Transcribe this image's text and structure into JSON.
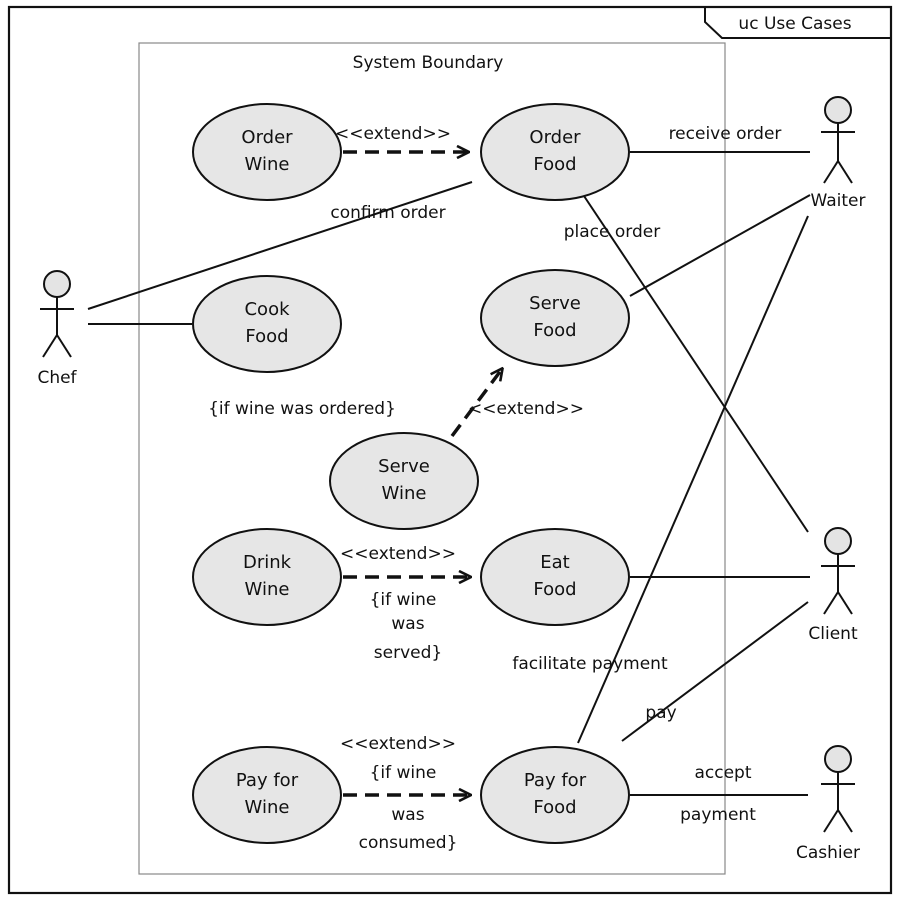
{
  "frame": {
    "title": "uc Use Cases"
  },
  "boundary": {
    "title": "System Boundary"
  },
  "actors": [
    {
      "id": "chef",
      "label": "Chef"
    },
    {
      "id": "waiter",
      "label": "Waiter"
    },
    {
      "id": "client",
      "label": "Client"
    },
    {
      "id": "cashier",
      "label": "Cashier"
    }
  ],
  "use_cases": [
    {
      "id": "order-wine",
      "lines": [
        "Order",
        "Wine"
      ]
    },
    {
      "id": "order-food",
      "lines": [
        "Order",
        "Food"
      ]
    },
    {
      "id": "cook-food",
      "lines": [
        "Cook",
        "Food"
      ]
    },
    {
      "id": "serve-food",
      "lines": [
        "Serve",
        "Food"
      ]
    },
    {
      "id": "serve-wine",
      "lines": [
        "Serve",
        "Wine"
      ]
    },
    {
      "id": "drink-wine",
      "lines": [
        "Drink",
        "Wine"
      ]
    },
    {
      "id": "eat-food",
      "lines": [
        "Eat",
        "Food"
      ]
    },
    {
      "id": "pay-for-wine",
      "lines": [
        "Pay for",
        "Wine"
      ]
    },
    {
      "id": "pay-for-food",
      "lines": [
        "Pay for",
        "Food"
      ]
    }
  ],
  "relations": [
    {
      "id": "extend-order-wine",
      "stereotype": "<<extend>>",
      "condition": []
    },
    {
      "id": "extend-serve-wine",
      "stereotype": "<<extend>>",
      "condition": [
        "{if wine was ordered}"
      ]
    },
    {
      "id": "extend-drink-wine",
      "stereotype": "<<extend>>",
      "condition": [
        "{if wine",
        "was",
        "served}"
      ]
    },
    {
      "id": "extend-pay-for-wine",
      "stereotype": "<<extend>>",
      "condition": [
        "{if wine",
        "was",
        "consumed}"
      ]
    }
  ],
  "associations": [
    {
      "id": "receive-order",
      "label": [
        "receive order"
      ]
    },
    {
      "id": "confirm-order",
      "label": [
        "confirm order"
      ]
    },
    {
      "id": "place-order",
      "label": [
        "place order"
      ]
    },
    {
      "id": "facilitate-payment",
      "label": [
        "facilitate payment"
      ]
    },
    {
      "id": "pay",
      "label": [
        "pay"
      ]
    },
    {
      "id": "accept-payment",
      "label": [
        "accept",
        "payment"
      ]
    }
  ]
}
